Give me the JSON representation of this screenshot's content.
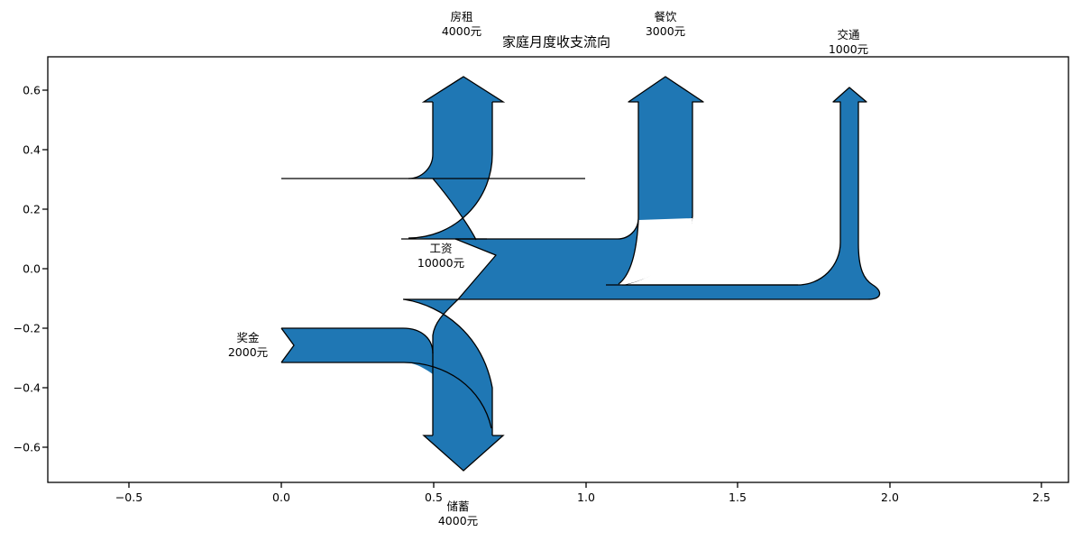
{
  "title": "家庭月度收支流向",
  "colors": {
    "flow": "#1f77b4",
    "outline": "#000000",
    "background": "#ffffff"
  },
  "chart_data": {
    "type": "sankey",
    "title": "家庭月度收支流向",
    "unit": "元",
    "flows": [
      {
        "name": "工资",
        "value": 10000,
        "value_label": "10000元",
        "direction": "in",
        "orientation": "left"
      },
      {
        "name": "奖金",
        "value": 2000,
        "value_label": "2000元",
        "direction": "in",
        "orientation": "left"
      },
      {
        "name": "房租",
        "value": -4000,
        "value_label": "4000元",
        "direction": "out",
        "orientation": "up"
      },
      {
        "name": "餐饮",
        "value": -3000,
        "value_label": "3000元",
        "direction": "out",
        "orientation": "up"
      },
      {
        "name": "交通",
        "value": -1000,
        "value_label": "1000元",
        "direction": "out",
        "orientation": "up"
      },
      {
        "name": "储蓄",
        "value": -4000,
        "value_label": "4000元",
        "direction": "out",
        "orientation": "down"
      }
    ],
    "x_tick_labels": [
      "−0.5",
      "0.0",
      "0.5",
      "1.0",
      "1.5",
      "2.0",
      "2.5"
    ],
    "y_tick_labels": [
      "0.6",
      "0.4",
      "0.2",
      "0.0",
      "−0.2",
      "−0.4",
      "−0.6"
    ],
    "x_range": [
      -0.7,
      2.6
    ],
    "y_range": [
      -0.7,
      0.7
    ],
    "grid": false,
    "legend": false
  }
}
